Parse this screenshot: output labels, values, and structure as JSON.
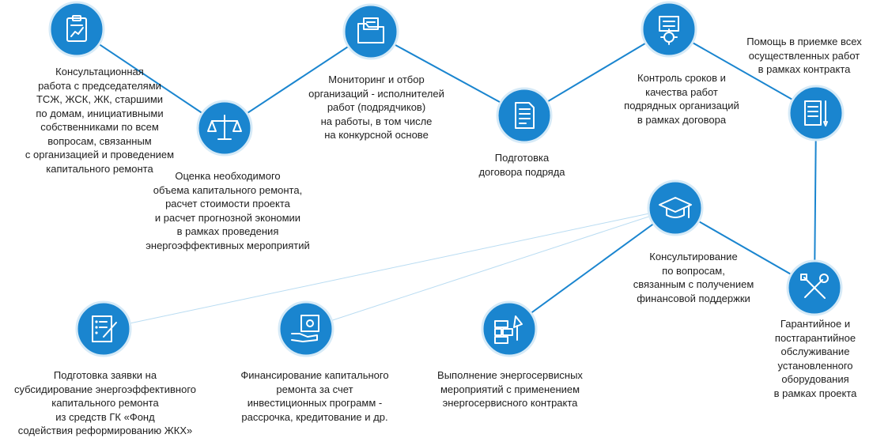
{
  "diagram": {
    "accent_color": "#1a85cf",
    "nodes": [
      {
        "id": "consulting",
        "icon": "clipboard-chart-icon",
        "label": "Консультационная\nработа с председателями\nТСЖ, ЖСК, ЖК, старшими\nпо домам, инициативными\nсобственниками по всем\nвопросам, связанным\nс организацией и проведением\nкапитального ремонта"
      },
      {
        "id": "estimate",
        "icon": "scales-icon",
        "label": "Оценка необходимого\nобъема капитального ремонта,\nрасчет стоимости проекта\nи расчет прогнозной экономии\nв рамках проведения\nэнергоэффективных мероприятий"
      },
      {
        "id": "monitoring",
        "icon": "folder-documents-icon",
        "label": "Мониторинг и отбор\nорганизаций - исполнителей\nработ (подрядчиков)\nна работы, в том числе\nна конкурсной основе"
      },
      {
        "id": "contract",
        "icon": "contract-document-icon",
        "label": "Подготовка\nдоговора подряда"
      },
      {
        "id": "control",
        "icon": "gear-document-icon",
        "label": "Контроль сроков и\nкачества работ\nподрядных организаций\nв рамках договора"
      },
      {
        "id": "acceptance",
        "icon": "notepad-pen-icon",
        "label": "Помощь в приемке всех\nосуществленных работ\nв рамках контракта"
      },
      {
        "id": "financial-consulting",
        "icon": "graduation-cap-icon",
        "label": "Консультирование\nпо вопросам,\nсвязанным с получением\nфинансовой поддержки"
      },
      {
        "id": "warranty",
        "icon": "wrench-screwdriver-icon",
        "label": "Гарантийное и\nпостгарантийное\nобслуживание\nустановленного\nоборудования\nв рамках проекта"
      },
      {
        "id": "subsidy",
        "icon": "checklist-pen-icon",
        "label": "Подготовка заявки на\nсубсидирование энергоэффективного\nкапитального ремонта\nиз средств ГК «Фонд\nсодействия реформированию ЖКХ»"
      },
      {
        "id": "financing",
        "icon": "money-hand-icon",
        "label": "Финансирование капитального\nремонта за счет\nинвестиционных программ -\nрассрочка, кредитование и др."
      },
      {
        "id": "energy-service",
        "icon": "bricks-trowel-icon",
        "label": "Выполнение энергосервисных\nмероприятий с применением\nэнергосервисного контракта"
      }
    ]
  }
}
